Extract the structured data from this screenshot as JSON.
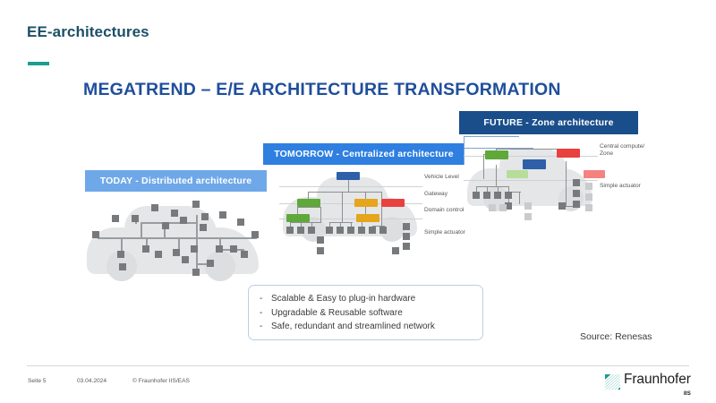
{
  "slide": {
    "title": "EE-architectures",
    "main_heading": "MEGATREND – E/E ARCHITECTURE TRANSFORMATION",
    "source_note": "Source: Renesas",
    "accent_color": "#1b9e8f",
    "heading_color": "#1f4e9c",
    "title_color": "#1b5066"
  },
  "banners": {
    "today": {
      "label": "TODAY  -  Distributed  architecture",
      "color": "#6fa8e8"
    },
    "tomorrow": {
      "label": "TOMORROW  -  Centralized  architecture",
      "color": "#2e7fe0"
    },
    "future": {
      "label": "FUTURE  -  Zone architecture",
      "color": "#1a4e8a"
    }
  },
  "diagrams": {
    "today": {
      "name": "distributed-architecture-diagram",
      "labels": []
    },
    "tomorrow": {
      "name": "centralized-architecture-diagram",
      "labels": [
        "Vehicle Level",
        "Gateway",
        "Domain control",
        "Simple actuator"
      ]
    },
    "future": {
      "name": "zone-architecture-diagram",
      "labels": [
        "Central compute/",
        "Zone",
        "Simple actuator"
      ]
    }
  },
  "benefits": {
    "bullet_marker": "-",
    "items": [
      "Scalable & Easy to plug-in hardware",
      "Upgradable & Reusable software",
      "Safe, redundant and streamlined network"
    ]
  },
  "footer": {
    "page": "Seite 5",
    "date": "03.04.2024",
    "copyright": "© Fraunhofer IIS/EAS",
    "logo_text": "Fraunhofer",
    "logo_sub": "IIS",
    "logo_color": "#179c8e"
  }
}
